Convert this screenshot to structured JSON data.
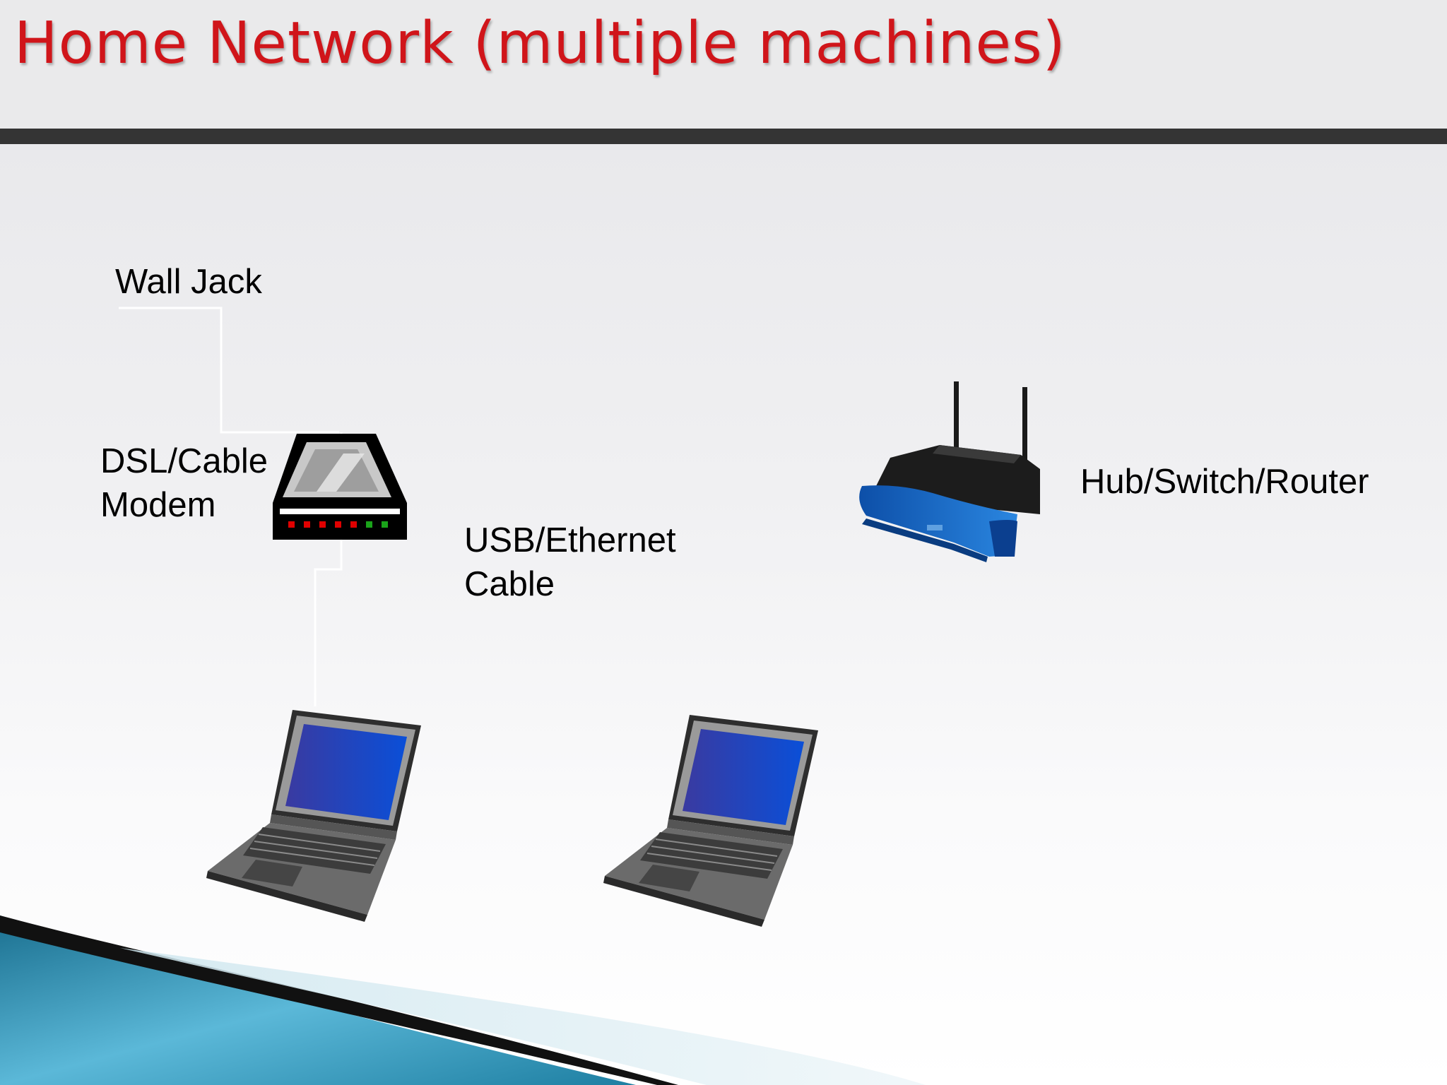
{
  "slide": {
    "title": "Home Network (multiple machines)"
  },
  "labels": {
    "wall_jack": "Wall Jack",
    "modem_line1": "DSL/Cable",
    "modem_line2": "Modem",
    "cable_line1": "USB/Ethernet",
    "cable_line2": "Cable",
    "router": "Hub/Switch/Router"
  },
  "icons": [
    "modem-icon",
    "router-icon",
    "laptop-icon",
    "laptop-icon"
  ],
  "colors": {
    "title": "#d0151a",
    "header_bar": "#343434",
    "wire": "#ffffff",
    "router_body": "#1a5fb4",
    "laptop_screen": "#1a3ccf",
    "swoosh": "#2a8fb0"
  }
}
